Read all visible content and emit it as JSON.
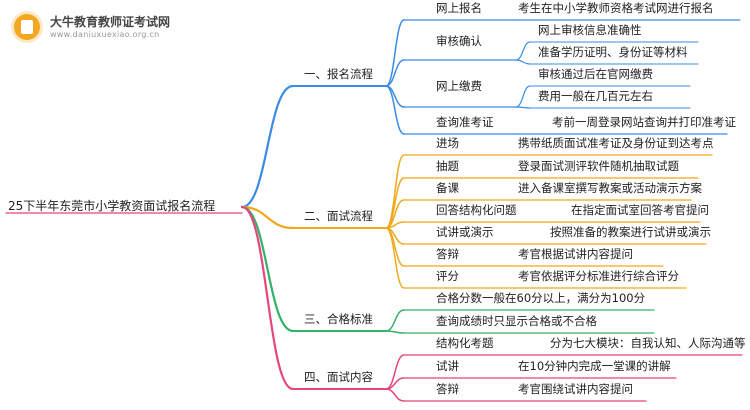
{
  "logo": {
    "name": "大牛教育教师证考试网",
    "url": "www.daniuxuexiao.org.cn"
  },
  "diagram": {
    "root": "25下半年东莞市小学教资面试报名流程",
    "branches": [
      {
        "label": "一、报名流程",
        "color": "#3b8be6",
        "children": [
          {
            "label": "网上报名",
            "details": [
              "考生在中小学教师资格考试网进行报名"
            ]
          },
          {
            "label": "审核确认",
            "details": [
              "网上审核信息准确性",
              "准备学历证明、身份证等材料"
            ]
          },
          {
            "label": "网上缴费",
            "details": [
              "审核通过后在官网缴费",
              "费用一般在几百元左右"
            ]
          },
          {
            "label": "查询准考证",
            "details": [
              "考前一周登录网站查询并打印准考证"
            ]
          }
        ]
      },
      {
        "label": "二、面试流程",
        "color": "#f0a81c",
        "children": [
          {
            "label": "进场",
            "details": [
              "携带纸质面试准考证及身份证到达考点"
            ]
          },
          {
            "label": "抽题",
            "details": [
              "登录面试测评软件随机抽取试题"
            ]
          },
          {
            "label": "备课",
            "details": [
              "进入备课室撰写教案或活动演示方案"
            ]
          },
          {
            "label": "回答结构化问题",
            "details": [
              "在指定面试室回答考官提问"
            ]
          },
          {
            "label": "试讲或演示",
            "details": [
              "按照准备的教案进行试讲或演示"
            ]
          },
          {
            "label": "答辩",
            "details": [
              "考官根据试讲内容提问"
            ]
          },
          {
            "label": "评分",
            "details": [
              "考官依据评分标准进行综合评分"
            ]
          }
        ]
      },
      {
        "label": "三、合格标准",
        "color": "#35b06a",
        "children": [
          {
            "label": "合格分数一般在60分以上，满分为100分",
            "details": []
          },
          {
            "label": "查询成绩时只显示合格或不合格",
            "details": []
          }
        ]
      },
      {
        "label": "四、面试内容",
        "color": "#e8457c",
        "children": [
          {
            "label": "结构化考题",
            "details": [
              "分为七大模块：自我认知、人际沟通等"
            ]
          },
          {
            "label": "试讲",
            "details": [
              "在10分钟内完成一堂课的讲解"
            ]
          },
          {
            "label": "答辩",
            "details": [
              "考官围绕试讲内容提问"
            ]
          }
        ]
      }
    ]
  }
}
